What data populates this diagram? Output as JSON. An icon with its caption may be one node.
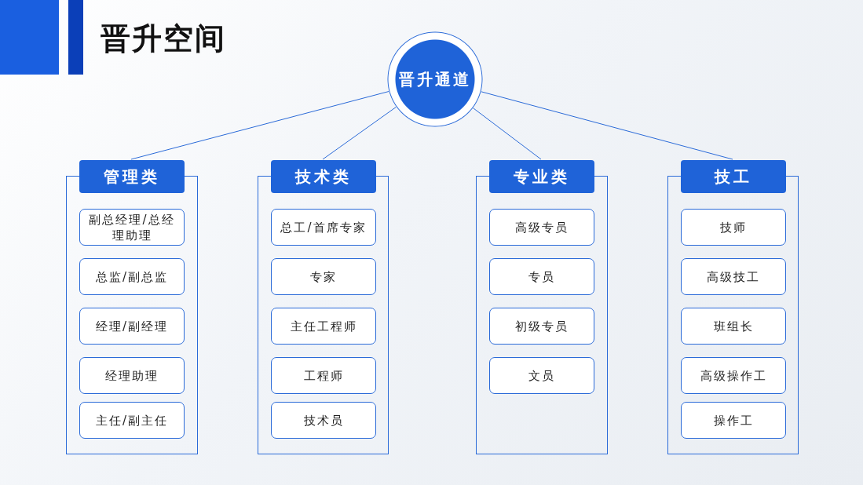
{
  "diagram": {
    "title": "晋升空间",
    "nodes": [
      {
        "text": [
          "晋升通道"
        ]
      },
      {
        "text": [
          "管理类"
        ]
      },
      {
        "text": [
          "副总经理/总经理助理"
        ],
        "in": 1
      },
      {
        "text": [
          "总监/副总监"
        ],
        "in": 1
      },
      {
        "text": [
          "经理/副经理"
        ],
        "in": 1
      },
      {
        "text": [
          "经理助理"
        ],
        "in": 1
      },
      {
        "text": [
          "主任/副主任"
        ],
        "in": 1
      },
      {
        "text": [
          "技术类"
        ]
      },
      {
        "text": [
          "总工/首席专家"
        ],
        "in": 7
      },
      {
        "text": [
          "专家"
        ],
        "in": 7
      },
      {
        "text": [
          "主任工程师"
        ],
        "in": 7
      },
      {
        "text": [
          "工程师"
        ],
        "in": 7
      },
      {
        "text": [
          "技术员"
        ],
        "in": 7
      },
      {
        "text": [
          "专业类"
        ]
      },
      {
        "text": [
          "高级专员"
        ],
        "in": 13
      },
      {
        "text": [
          "专员"
        ],
        "in": 13
      },
      {
        "text": [
          "初级专员"
        ],
        "in": 13
      },
      {
        "text": [
          "文员"
        ],
        "in": 13
      },
      {
        "text": [
          "技工"
        ]
      },
      {
        "text": [
          "技师"
        ],
        "in": 18
      },
      {
        "text": [
          "高级技工"
        ],
        "in": 18
      },
      {
        "text": [
          "班组长"
        ],
        "in": 18
      },
      {
        "text": [
          "高级操作工"
        ],
        "in": 18
      },
      {
        "text": [
          "操作工"
        ],
        "in": 18
      }
    ],
    "edges": [
      {
        "from": 0,
        "to": 1,
        "arrow": "none"
      },
      {
        "from": 0,
        "to": 7,
        "arrow": "none"
      },
      {
        "from": 0,
        "to": 13,
        "arrow": "none"
      },
      {
        "from": 0,
        "to": 18,
        "arrow": "none"
      }
    ]
  }
}
